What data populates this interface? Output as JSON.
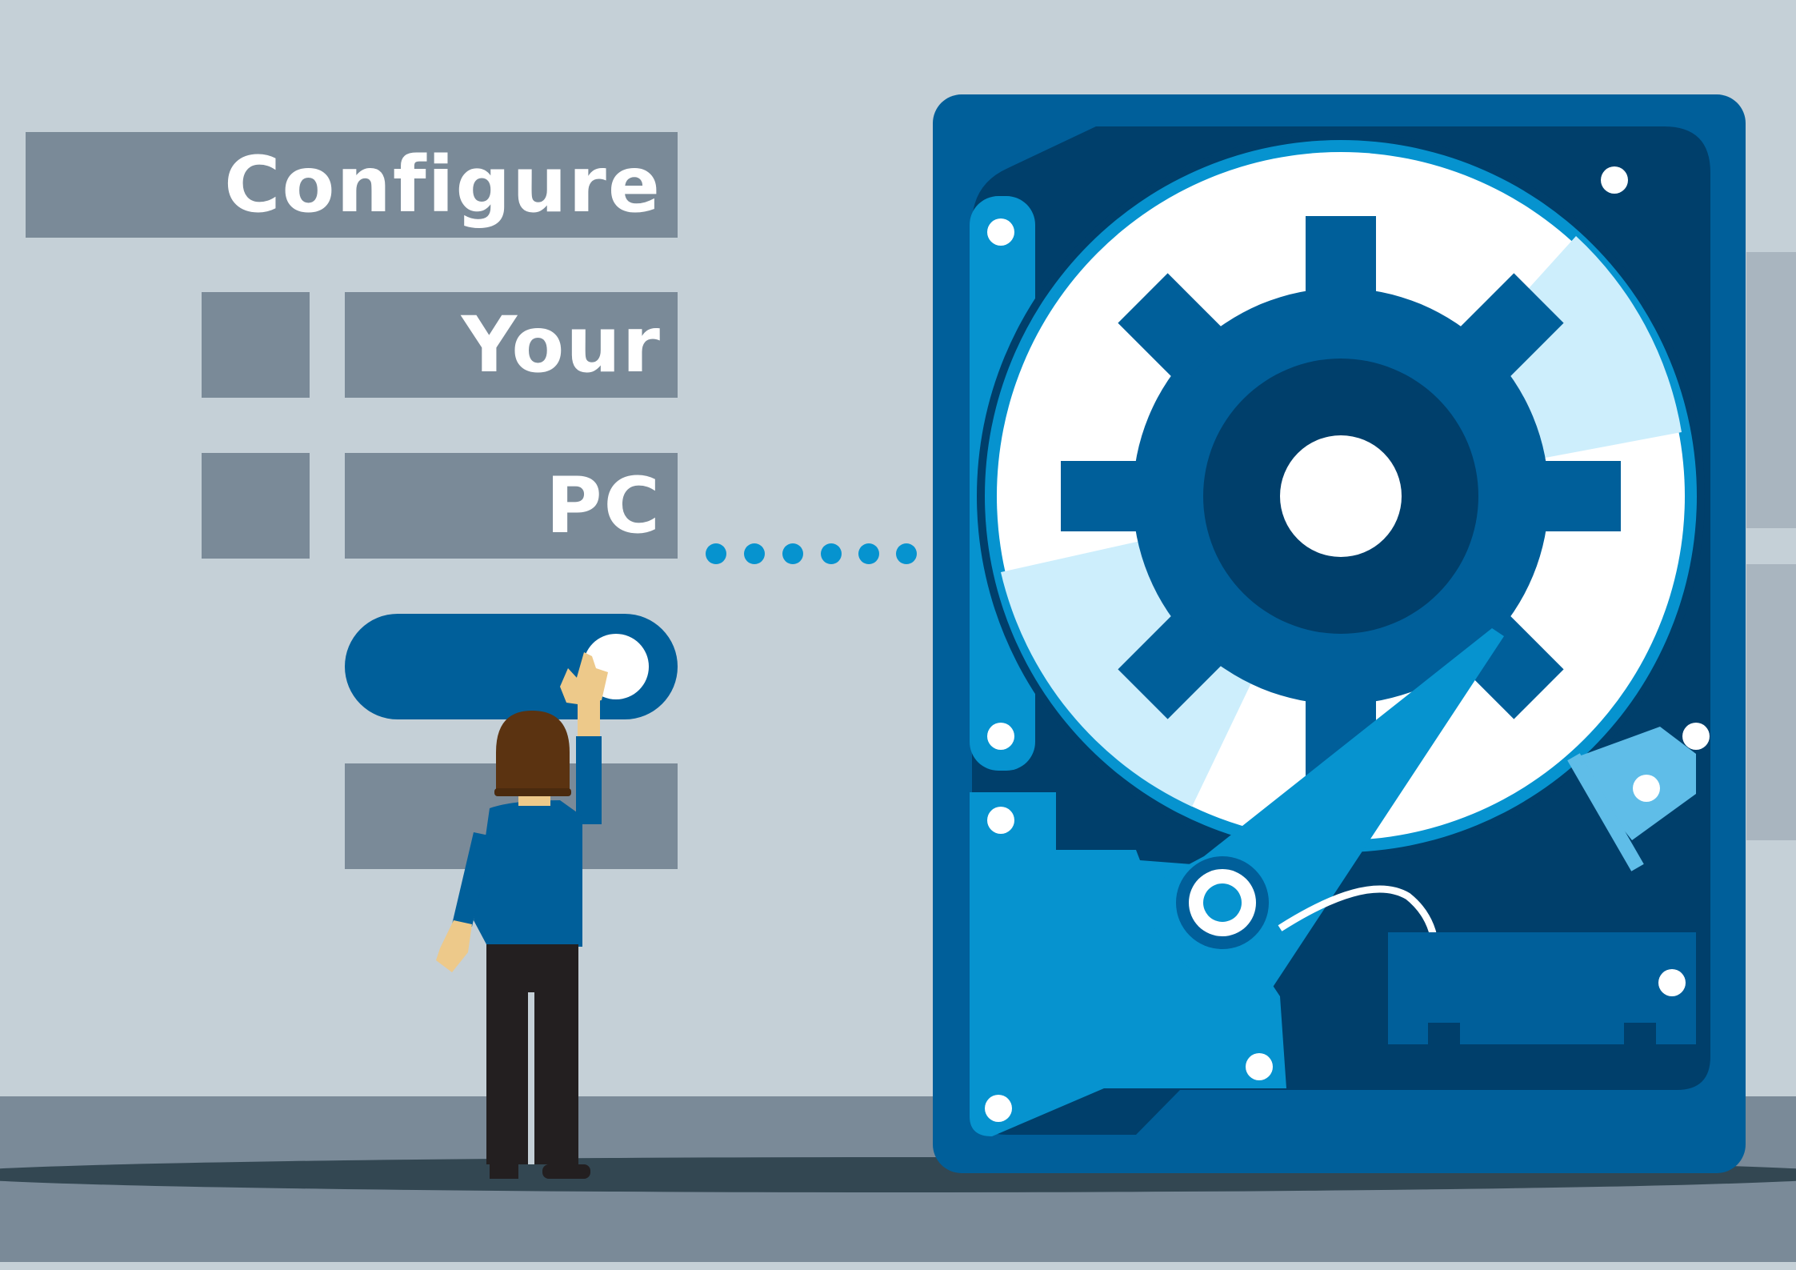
{
  "headline": {
    "line1": "Configure",
    "line2": "Your",
    "line3": "PC"
  },
  "colors": {
    "background": "#c5d0d7",
    "panel_gray": "#7a8a98",
    "drive_blue": "#005f9a",
    "drive_dark": "#003f6b",
    "accent_blue": "#0693cf",
    "platter_light": "#cdeefc",
    "text_white": "#ffffff"
  },
  "icons": {
    "toggle": "toggle-switch",
    "drive": "hard-drive-gear-illustration",
    "person": "person-pressing-toggle"
  }
}
